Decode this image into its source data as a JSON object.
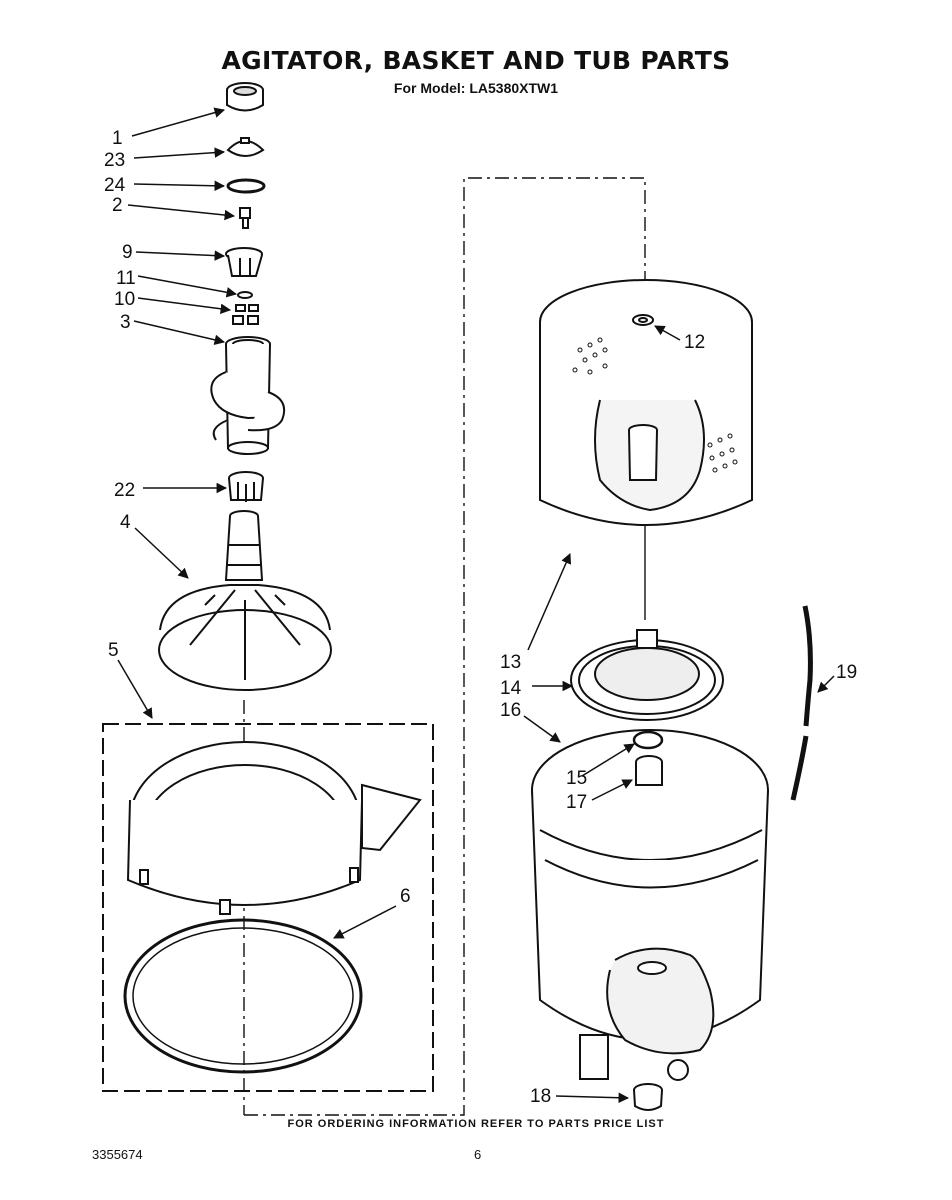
{
  "header": {
    "title": "AGITATOR, BASKET AND TUB PARTS",
    "subtitle": "For Model: LA5380XTW1"
  },
  "footer": {
    "note": "FOR ORDERING INFORMATION REFER TO PARTS PRICE LIST",
    "doc_number": "3355674",
    "page_number": "6"
  },
  "callouts": [
    "1",
    "23",
    "24",
    "2",
    "9",
    "11",
    "10",
    "3",
    "22",
    "4",
    "5",
    "6",
    "12",
    "13",
    "14",
    "16",
    "15",
    "17",
    "18",
    "19"
  ]
}
